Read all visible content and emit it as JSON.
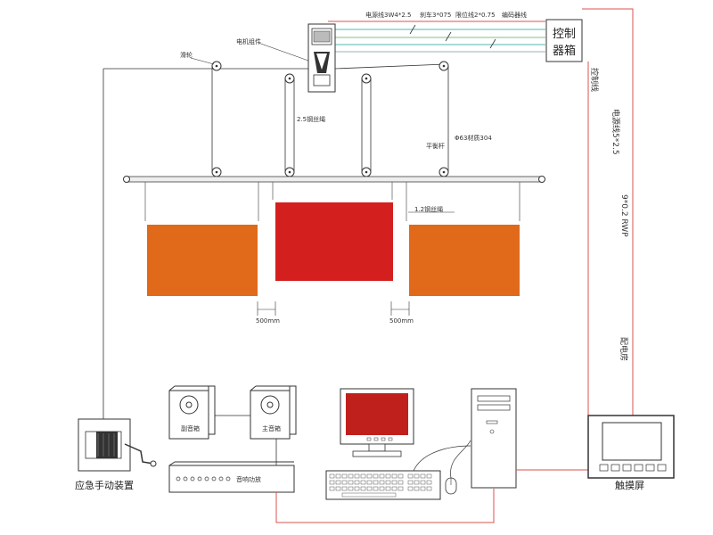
{
  "labels": {
    "power_cable": "电源线3W4*2.5",
    "brake": "刹车3*075",
    "limit_cable": "限位线2*0.75",
    "encoder_cable": "编码器线",
    "control_box_line1": "控制",
    "control_box_line2": "器箱",
    "motor_assembly": "电机组件",
    "pulley": "滑轮",
    "steel_wire_25": "2.5钢丝绳",
    "balance_bar": "平衡杆",
    "pipe_spec": "Φ63材质304",
    "steel_wire_12": "1.2钢丝绳",
    "gap_left": "500mm",
    "gap_right": "500mm",
    "control_line": "控制线",
    "power_line_5": "电源线5*2.5",
    "rwp_line": "9*0.2 RWP",
    "power_room": "配电房",
    "sub_speaker": "副音箱",
    "main_speaker": "主音箱",
    "amplifier": "音响功放",
    "emergency_manual": "应急手动装置",
    "touch_screen": "触摸屏"
  },
  "colors": {
    "side_screen": "#e06a1a",
    "center_screen": "#d41f1f",
    "red_wire": "#d9534f",
    "cyan_wire": "#4fb8b0",
    "green_wire": "#7ec08a",
    "monitor_screen": "#c0201c"
  }
}
